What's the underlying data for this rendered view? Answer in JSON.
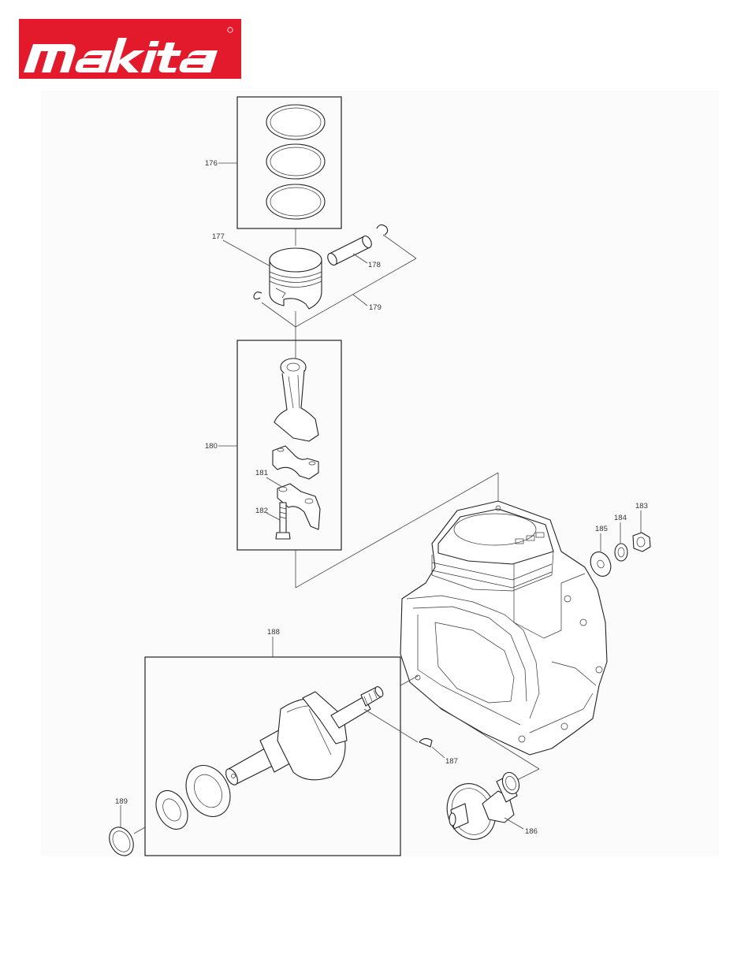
{
  "brand": {
    "name": "makita",
    "color": "#e21a2c"
  },
  "labels": {
    "p176": "176",
    "p177": "177",
    "p178": "178",
    "p179": "179",
    "p180": "180",
    "p181": "181",
    "p182": "182",
    "p183": "183",
    "p184": "184",
    "p185": "185",
    "p186": "186",
    "p187": "187",
    "p188": "188",
    "p189": "189"
  }
}
